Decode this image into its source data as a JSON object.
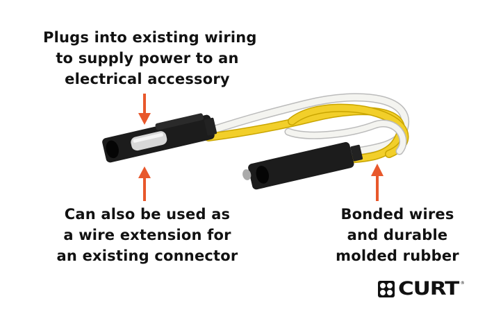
{
  "callouts": {
    "top": [
      "Plugs into existing wiring",
      "to supply power to an",
      "electrical accessory"
    ],
    "bottom_left": [
      "Can also be used as",
      "a wire extension for",
      "an existing connector"
    ],
    "bottom_right": [
      "Bonded wires",
      "and durable",
      "molded rubber"
    ]
  },
  "brand": {
    "name": "CURT",
    "mark": "®"
  },
  "colors": {
    "arrow": "#e8582c",
    "wire_yellow": "#f2cf2a",
    "wire_white": "#f2f2ee",
    "connector": "#1c1c1c"
  }
}
